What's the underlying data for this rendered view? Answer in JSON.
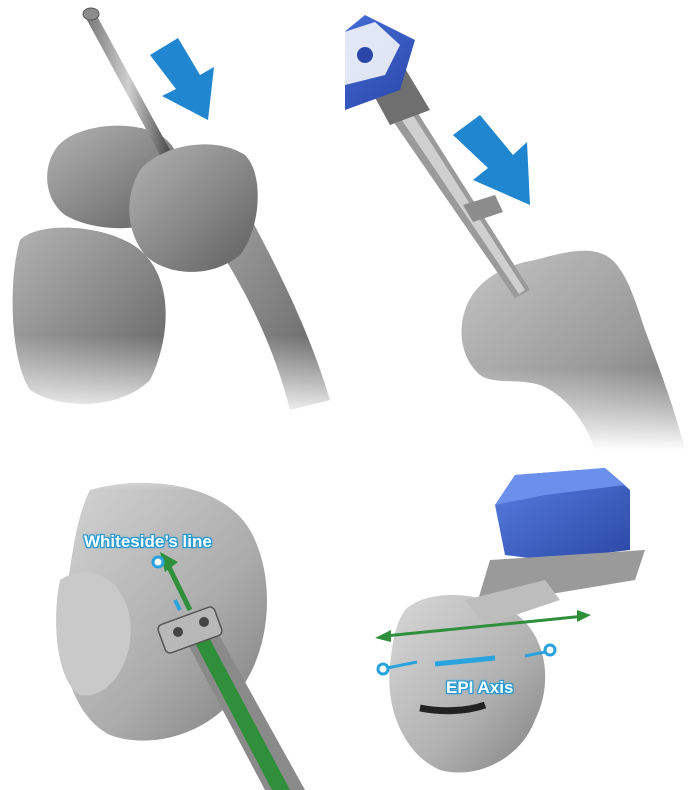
{
  "callouts": {
    "whiteside": "Whiteside’s line",
    "epi": "EPI Axis"
  },
  "colors": {
    "arrow_blue": "#1f86cf",
    "label_blue": "#29a3dd",
    "guide_green": "#2f8f3a",
    "device_blue": "#3a5fc9",
    "bone_gray": "#8a8a8a",
    "rod_dark": "#555555",
    "background": "#ffffff"
  },
  "icons": {
    "push_arrow_1": "down-right-arrow",
    "push_arrow_2": "down-right-arrow",
    "axis_marker": "ring-marker"
  }
}
